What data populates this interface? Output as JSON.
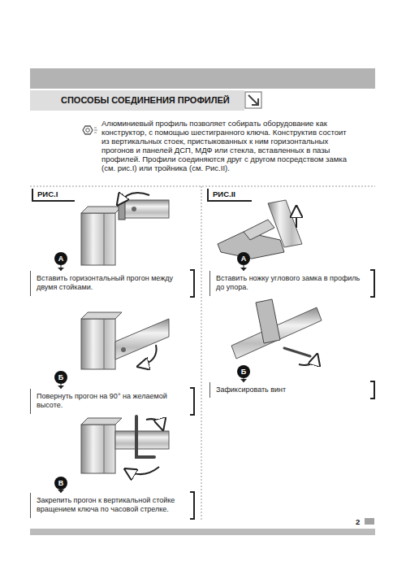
{
  "diagram": {
    "title": "СПОСОБЫ СОЕДИНЕНИЯ ПРОФИЛЕЙ",
    "nodes": [
      {
        "text": [
          "А"
        ]
      },
      {
        "text": [
          "Вставить горизонтальный прогон между двумя стойками."
        ]
      },
      {
        "text": [
          "Б"
        ]
      },
      {
        "text": [
          "Повернуть прогон на 90° на желаемой высоте."
        ]
      },
      {
        "text": [
          "В"
        ]
      },
      {
        "text": [
          "Закрепить прогон к вертикальной стойке вращением ключа по часовой стрелке."
        ]
      },
      {
        "text": [
          "А"
        ]
      },
      {
        "text": [
          "Вставить ножку углового замка в профиль до упора."
        ]
      },
      {
        "text": [
          "Б"
        ]
      },
      {
        "text": [
          "Зафиксировать винт"
        ]
      }
    ],
    "edges": [
      {
        "from": 0,
        "to": 1,
        "arrow": "to"
      },
      {
        "from": 2,
        "to": 3,
        "arrow": "to"
      },
      {
        "from": 4,
        "to": 5,
        "arrow": "to"
      },
      {
        "from": 6,
        "to": 7,
        "arrow": "to"
      },
      {
        "from": 8,
        "to": 9,
        "arrow": "to"
      }
    ],
    "labels": [
      "Алюминиевый профиль позволяет собирать оборудование как конструктор, с помощью шестигранного ключа. Конструктив состоит из вертикальных стоек, пристыкованных к ним горизонтальных прогонов и панелей ДСП, МДФ или стекла, вставленных в пазы профилей. Профили соединяются друг с другом посредством замка (см. рис.I) или тройника (см. Рис.II).",
      "РИС.I",
      "РИС.II",
      "2"
    ]
  }
}
